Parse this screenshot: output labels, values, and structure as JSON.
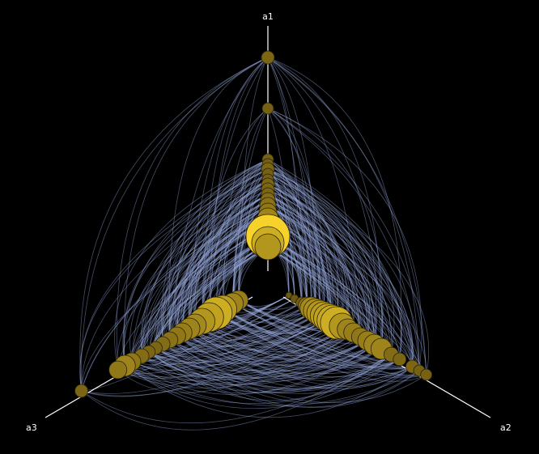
{
  "diagram": {
    "type": "hive-plot",
    "background": "#000000",
    "edge_color": "#9aaae0",
    "node_color_dark": "#6e5a12",
    "node_color_light": "#f6d22a",
    "axes": [
      {
        "id": "a1",
        "label": "a1"
      },
      {
        "id": "a2",
        "label": "a2"
      },
      {
        "id": "a3",
        "label": "a3"
      }
    ]
  }
}
